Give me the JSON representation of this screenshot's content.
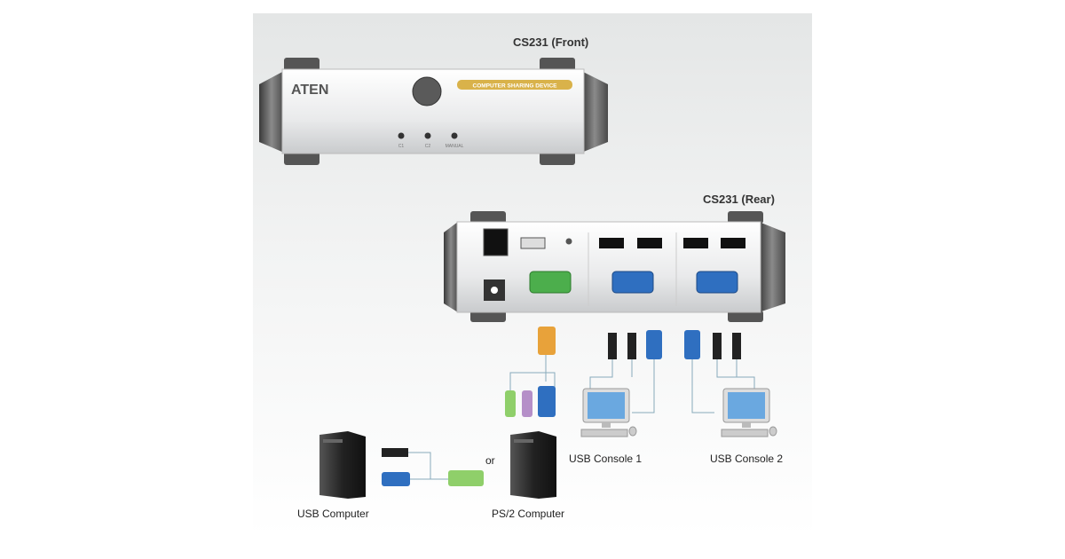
{
  "front": {
    "title": "CS231 (Front)",
    "brand": "ATEN",
    "badge": "COMPUTER SHARING DEVICE",
    "leds": [
      "C1",
      "C2",
      "MANUAL"
    ]
  },
  "rear": {
    "title": "CS231 (Rear)"
  },
  "labels": {
    "console1": "USB Console 1",
    "console2": "USB Console 2",
    "usb_computer": "USB Computer",
    "ps2_computer": "PS/2 Computer",
    "or": "or"
  },
  "colors": {
    "vga_green": "#4cae4c",
    "vga_blue": "#2f6fc0",
    "connector_orange": "#e8a23a",
    "ps2_purple": "#b58fc8",
    "badge_gold": "#d9b24a"
  }
}
